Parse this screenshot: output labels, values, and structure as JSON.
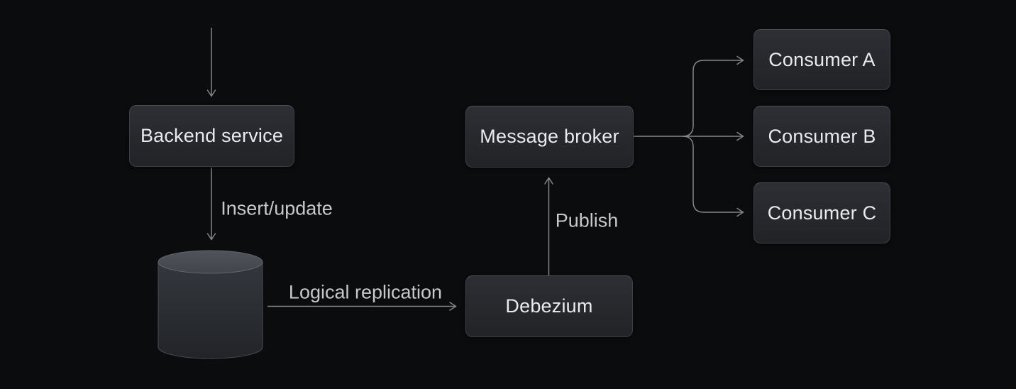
{
  "diagram": {
    "nodes": {
      "backend": {
        "label": "Backend service"
      },
      "database": {
        "shape": "database-cylinder"
      },
      "debezium": {
        "label": "Debezium"
      },
      "broker": {
        "label": "Message broker"
      },
      "consumer_a": {
        "label": "Consumer A"
      },
      "consumer_b": {
        "label": "Consumer B"
      },
      "consumer_c": {
        "label": "Consumer C"
      }
    },
    "edge_labels": {
      "insert_update": "Insert/update",
      "logical_replication": "Logical replication",
      "publish": "Publish"
    },
    "edges": [
      {
        "from": "external-top",
        "to": "backend"
      },
      {
        "from": "backend",
        "to": "database",
        "label": "Insert/update"
      },
      {
        "from": "database",
        "to": "debezium",
        "label": "Logical replication"
      },
      {
        "from": "debezium",
        "to": "broker",
        "label": "Publish"
      },
      {
        "from": "broker",
        "to": "consumer_a"
      },
      {
        "from": "broker",
        "to": "consumer_b"
      },
      {
        "from": "broker",
        "to": "consumer_c"
      }
    ],
    "colors": {
      "background": "#0b0c0d",
      "node_fill_top": "#2d2f34",
      "node_fill_bottom": "#212327",
      "node_border": "#45474d",
      "node_text": "#e9eaec",
      "arrow_line": "#85868a",
      "edge_label_text": "#c7c8cb",
      "cylinder_top": "#4b4e55",
      "cylinder_body": "#33363c",
      "cylinder_outline": "#54565c"
    }
  }
}
